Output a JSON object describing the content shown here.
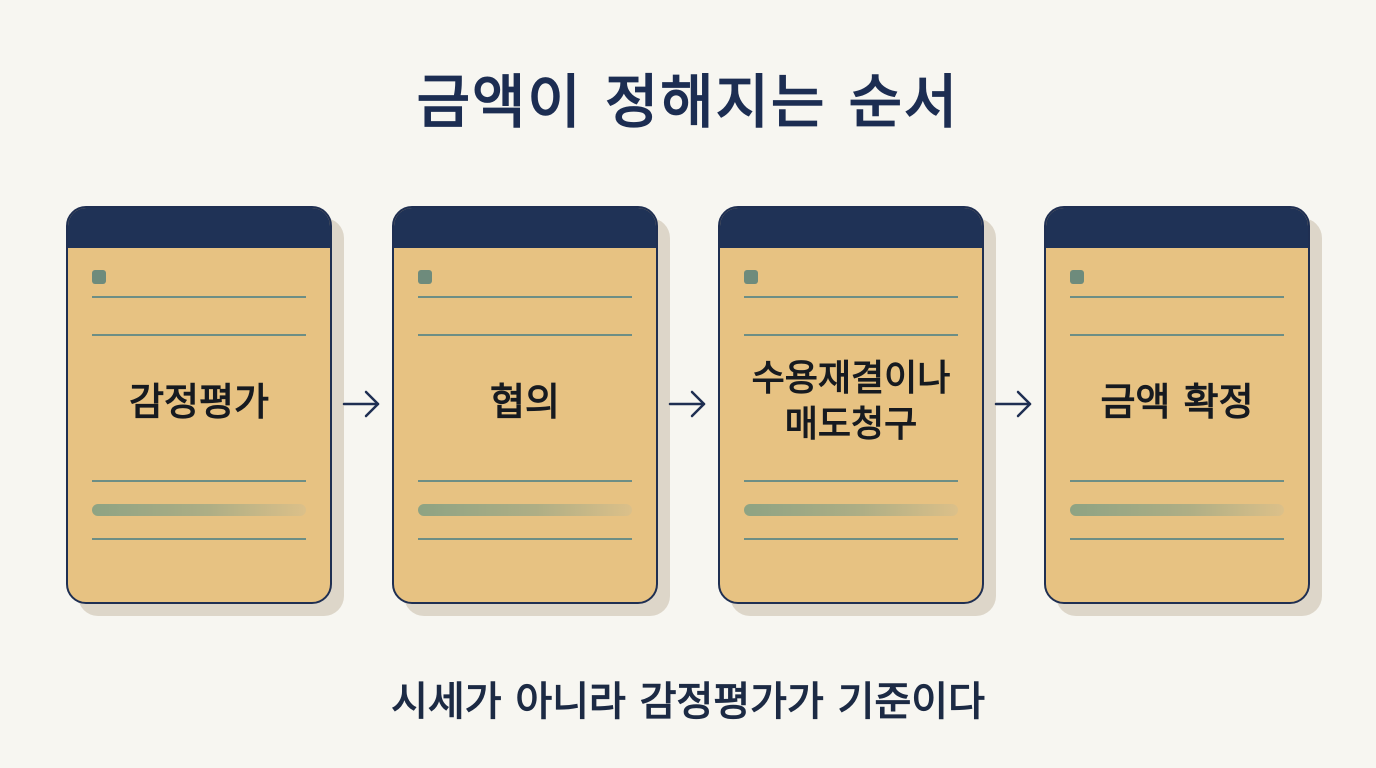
{
  "title": "금액이 정해지는 순서",
  "steps": [
    {
      "label": "감정평가"
    },
    {
      "label": "협의"
    },
    {
      "label": "수용재결이나\n매도청구"
    },
    {
      "label": "금액 확정"
    }
  ],
  "footer": "시세가 아니라 감정평가가 기준이다",
  "colors": {
    "background": "#f7f6f1",
    "card_fill": "#e7c282",
    "card_header": "#1f3256",
    "line_accent": "#6d8e85",
    "text": "#1c2d52"
  }
}
